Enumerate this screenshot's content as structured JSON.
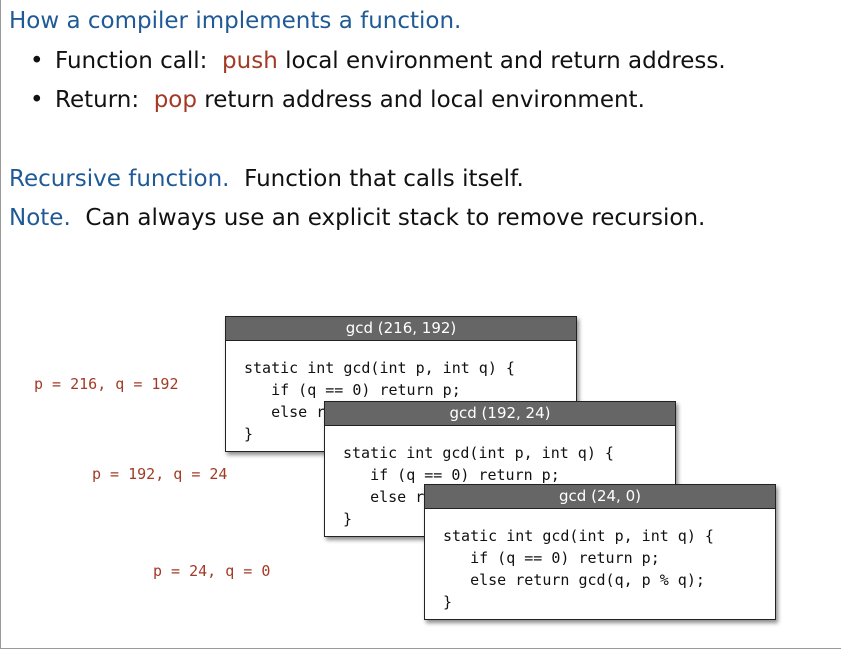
{
  "heading": "How a compiler implements a function.",
  "bullets": [
    {
      "label": "Function call:",
      "keyword": "push",
      "rest": "local environment and return address."
    },
    {
      "label": "Return:",
      "keyword": "pop",
      "rest": "return address and local environment."
    }
  ],
  "recursive": {
    "term": "Recursive function.",
    "text": "Function that calls itself."
  },
  "note": {
    "term": "Note.",
    "text": "Can always use an explicit stack to remove recursion."
  },
  "calls": [
    {
      "args": "p = 216, q = 192",
      "title": "gcd (216, 192)",
      "code": [
        "static int gcd(int p, int q) {",
        "   if (q == 0) return p;",
        "   else return gcd(q, p % q);",
        "}"
      ]
    },
    {
      "args": "p = 192, q = 24",
      "title": "gcd (192, 24)",
      "code": [
        "static int gcd(int p, int q) {",
        "   if (q == 0) return p;",
        "   else return gcd(q, p % q);",
        "}"
      ]
    },
    {
      "args": "p = 24, q = 0",
      "title": "gcd (24, 0)",
      "code": [
        "static int gcd(int p, int q) {",
        "   if (q == 0) return p;",
        "   else return gcd(q, p % q);",
        "}"
      ]
    }
  ],
  "colors": {
    "accent_blue": "#1f5a96",
    "accent_red": "#a33a26",
    "title_bar": "#666666"
  }
}
